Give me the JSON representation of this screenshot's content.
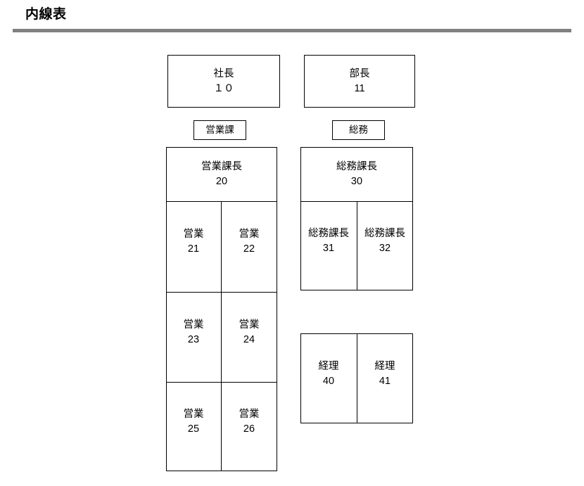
{
  "page": {
    "title": "内線表",
    "rule_color": "#808080",
    "border_color": "#000000",
    "background": "#ffffff"
  },
  "executives": [
    {
      "role": "社長",
      "number": "１０"
    },
    {
      "role": "部長",
      "number": "11"
    }
  ],
  "department_tags": [
    {
      "label": "営業課"
    },
    {
      "label": "総務"
    }
  ],
  "sales_group": {
    "head": {
      "role": "営業課長",
      "number": "20"
    },
    "members": [
      {
        "role": "営業",
        "number": "21"
      },
      {
        "role": "営業",
        "number": "22"
      },
      {
        "role": "営業",
        "number": "23"
      },
      {
        "role": "営業",
        "number": "24"
      },
      {
        "role": "営業",
        "number": "25"
      },
      {
        "role": "営業",
        "number": "26"
      }
    ]
  },
  "admin_group": {
    "head": {
      "role": "総務課長",
      "number": "30"
    },
    "members": [
      {
        "role": "総務課長",
        "number": "31"
      },
      {
        "role": "総務課長",
        "number": "32"
      }
    ]
  },
  "accounting_group": {
    "members": [
      {
        "role": "経理",
        "number": "40"
      },
      {
        "role": "経理",
        "number": "41"
      }
    ]
  }
}
